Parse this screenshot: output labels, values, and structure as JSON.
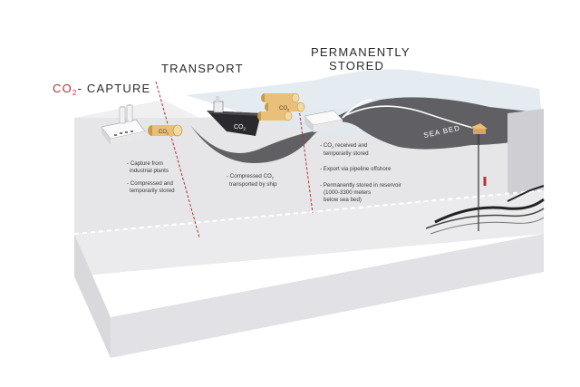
{
  "headings": {
    "capture_prefix": "CO",
    "capture_sub": "2",
    "capture_suffix": "- CAPTURE",
    "transport": "TRANSPORT",
    "stored_line1": "PERMANENTLY",
    "stored_line2": "STORED"
  },
  "capture_notes": [
    [
      "- Capture from",
      "industrial plants"
    ],
    [
      "- Compressed and",
      "temporarily stored"
    ]
  ],
  "transport_note": {
    "line1_prefix": "- Compressed CO",
    "line1_sub": "2",
    "line2": "transported by ship"
  },
  "stored_notes": {
    "received_prefix": "- CO",
    "received_sub": "2",
    "received_suffix": " received and",
    "received_line2": "temporarily stored",
    "export": "- Export via pipeline offshore",
    "permanent": [
      "- Permanently stored in reservoir",
      "(1000-3300 meters",
      "below sea bed)"
    ]
  },
  "icon_labels": {
    "cylinder_co2": "CO",
    "cylinder_sub": "2",
    "ship_co2": "CO",
    "ship_sub": "2",
    "sea_bed": "SEA BED"
  },
  "colors": {
    "accent_red": "#b8302f",
    "ground_top": "#efeff1",
    "ground_front": "#e3e3e6",
    "ground_side": "#d2d2d6",
    "sea_floor": "#5f5f64",
    "cylinder": "#e8c07a"
  }
}
